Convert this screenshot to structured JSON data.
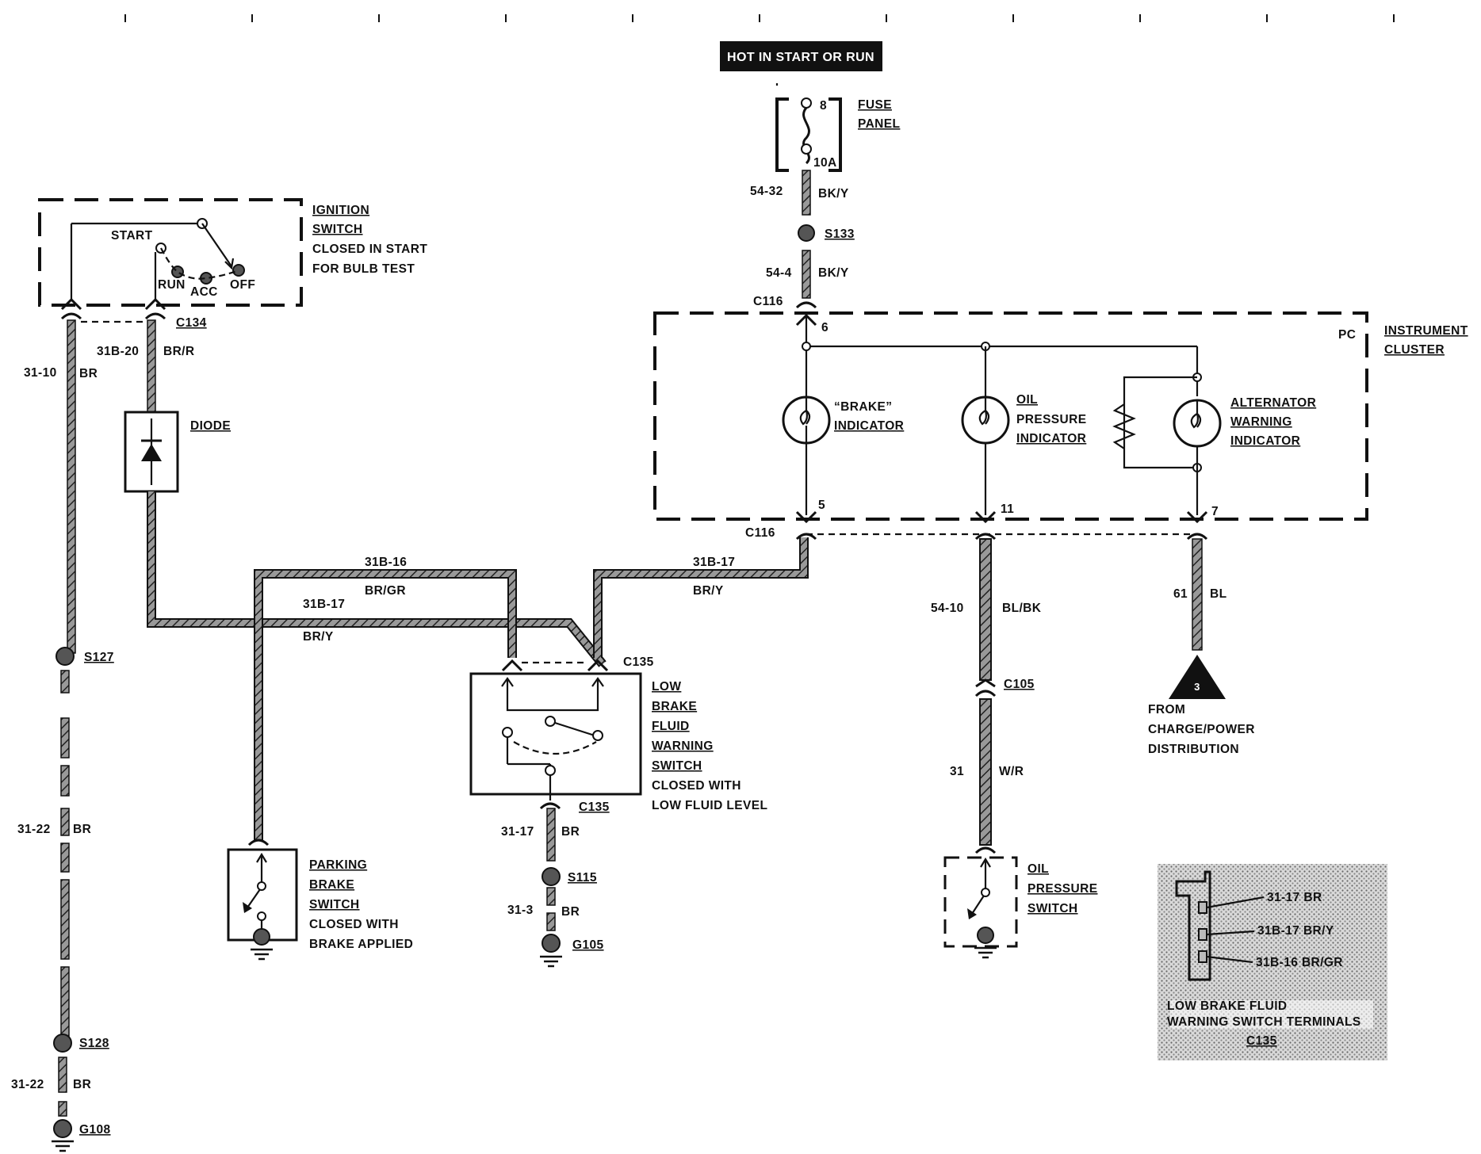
{
  "header": {
    "hot_label": "HOT IN START OR RUN"
  },
  "fuse_panel": {
    "title_line1": "FUSE",
    "title_line2": "PANEL",
    "fuse_number": "8",
    "fuse_rating": "10A"
  },
  "ignition_switch": {
    "title_line1": "IGNITION",
    "title_line2": "SWITCH",
    "note_line1": "CLOSED IN  START",
    "note_line2": "FOR  BULB  TEST",
    "pos_start": "START",
    "pos_run": "RUN",
    "pos_acc": "ACC",
    "pos_off": "OFF",
    "connector": "C134"
  },
  "instrument_cluster": {
    "title_line1": "INSTRUMENT",
    "title_line2": "CLUSTER",
    "pc_label": "PC",
    "connector_top": "C116",
    "connector_bottom": "C116",
    "pin_top": "6",
    "pin_brake": "5",
    "pin_oil": "11",
    "pin_alt": "7",
    "brake_line1": "“BRAKE”",
    "brake_line2": "INDICATOR",
    "oil_line1": "OIL",
    "oil_line2": "PRESSURE",
    "oil_line3": "INDICATOR",
    "alt_line1": "ALTERNATOR",
    "alt_line2": "WARNING",
    "alt_line3": "INDICATOR"
  },
  "wires": {
    "w5432": {
      "circuit": "54-32",
      "color": "BK/Y"
    },
    "w544": {
      "circuit": "54-4",
      "color": "BK/Y"
    },
    "w3110": {
      "circuit": "31-10",
      "color": "BR"
    },
    "w31b20": {
      "circuit": "31B-20",
      "color": "BR/R"
    },
    "w31b16": {
      "circuit": "31B-16",
      "color": "BR/GR"
    },
    "w31b17a": {
      "circuit": "31B-17",
      "color": "BR/Y"
    },
    "w31b17b": {
      "circuit": "31B-17",
      "color": "BR/Y"
    },
    "w3122a": {
      "circuit": "31-22",
      "color": "BR"
    },
    "w3122b": {
      "circuit": "31-22",
      "color": "BR"
    },
    "w3117": {
      "circuit": "31-17",
      "color": "BR"
    },
    "w313": {
      "circuit": "31-3",
      "color": "BR"
    },
    "w5410": {
      "circuit": "54-10",
      "color": "BL/BK"
    },
    "w31": {
      "circuit": "31",
      "color": "W/R"
    },
    "w61": {
      "circuit": "61",
      "color": "BL"
    }
  },
  "splices": {
    "s133": "S133",
    "s127": "S127",
    "s128": "S128",
    "s115": "S115"
  },
  "grounds": {
    "g108": "G108",
    "g105": "G105"
  },
  "connectors": {
    "c135_top": "C135",
    "c135_bottom": "C135",
    "c105": "C105"
  },
  "diode": {
    "label": "DIODE"
  },
  "low_brake_switch": {
    "line1": "LOW",
    "line2": "BRAKE",
    "line3": "FLUID",
    "line4": "WARNING",
    "line5": "SWITCH",
    "note_line1": "CLOSED WITH",
    "note_line2": "LOW FLUID LEVEL"
  },
  "parking_brake_switch": {
    "line1": "PARKING",
    "line2": "BRAKE",
    "line3": "SWITCH",
    "note_line1": "CLOSED WITH",
    "note_line2": "BRAKE  APPLIED"
  },
  "oil_pressure_switch": {
    "line1": "OIL",
    "line2": "PRESSURE",
    "line3": "SWITCH"
  },
  "charge_power": {
    "page_ref": "3",
    "line1": "FROM",
    "line2": "CHARGE/POWER",
    "line3": "DISTRIBUTION"
  },
  "inset": {
    "pin1": "31-17 BR",
    "pin2": "31B-17 BR/Y",
    "pin3": "31B-16 BR/GR",
    "caption_line1": "LOW BRAKE FLUID",
    "caption_line2": "WARNING SWITCH TERMINALS",
    "connector": "C135"
  }
}
